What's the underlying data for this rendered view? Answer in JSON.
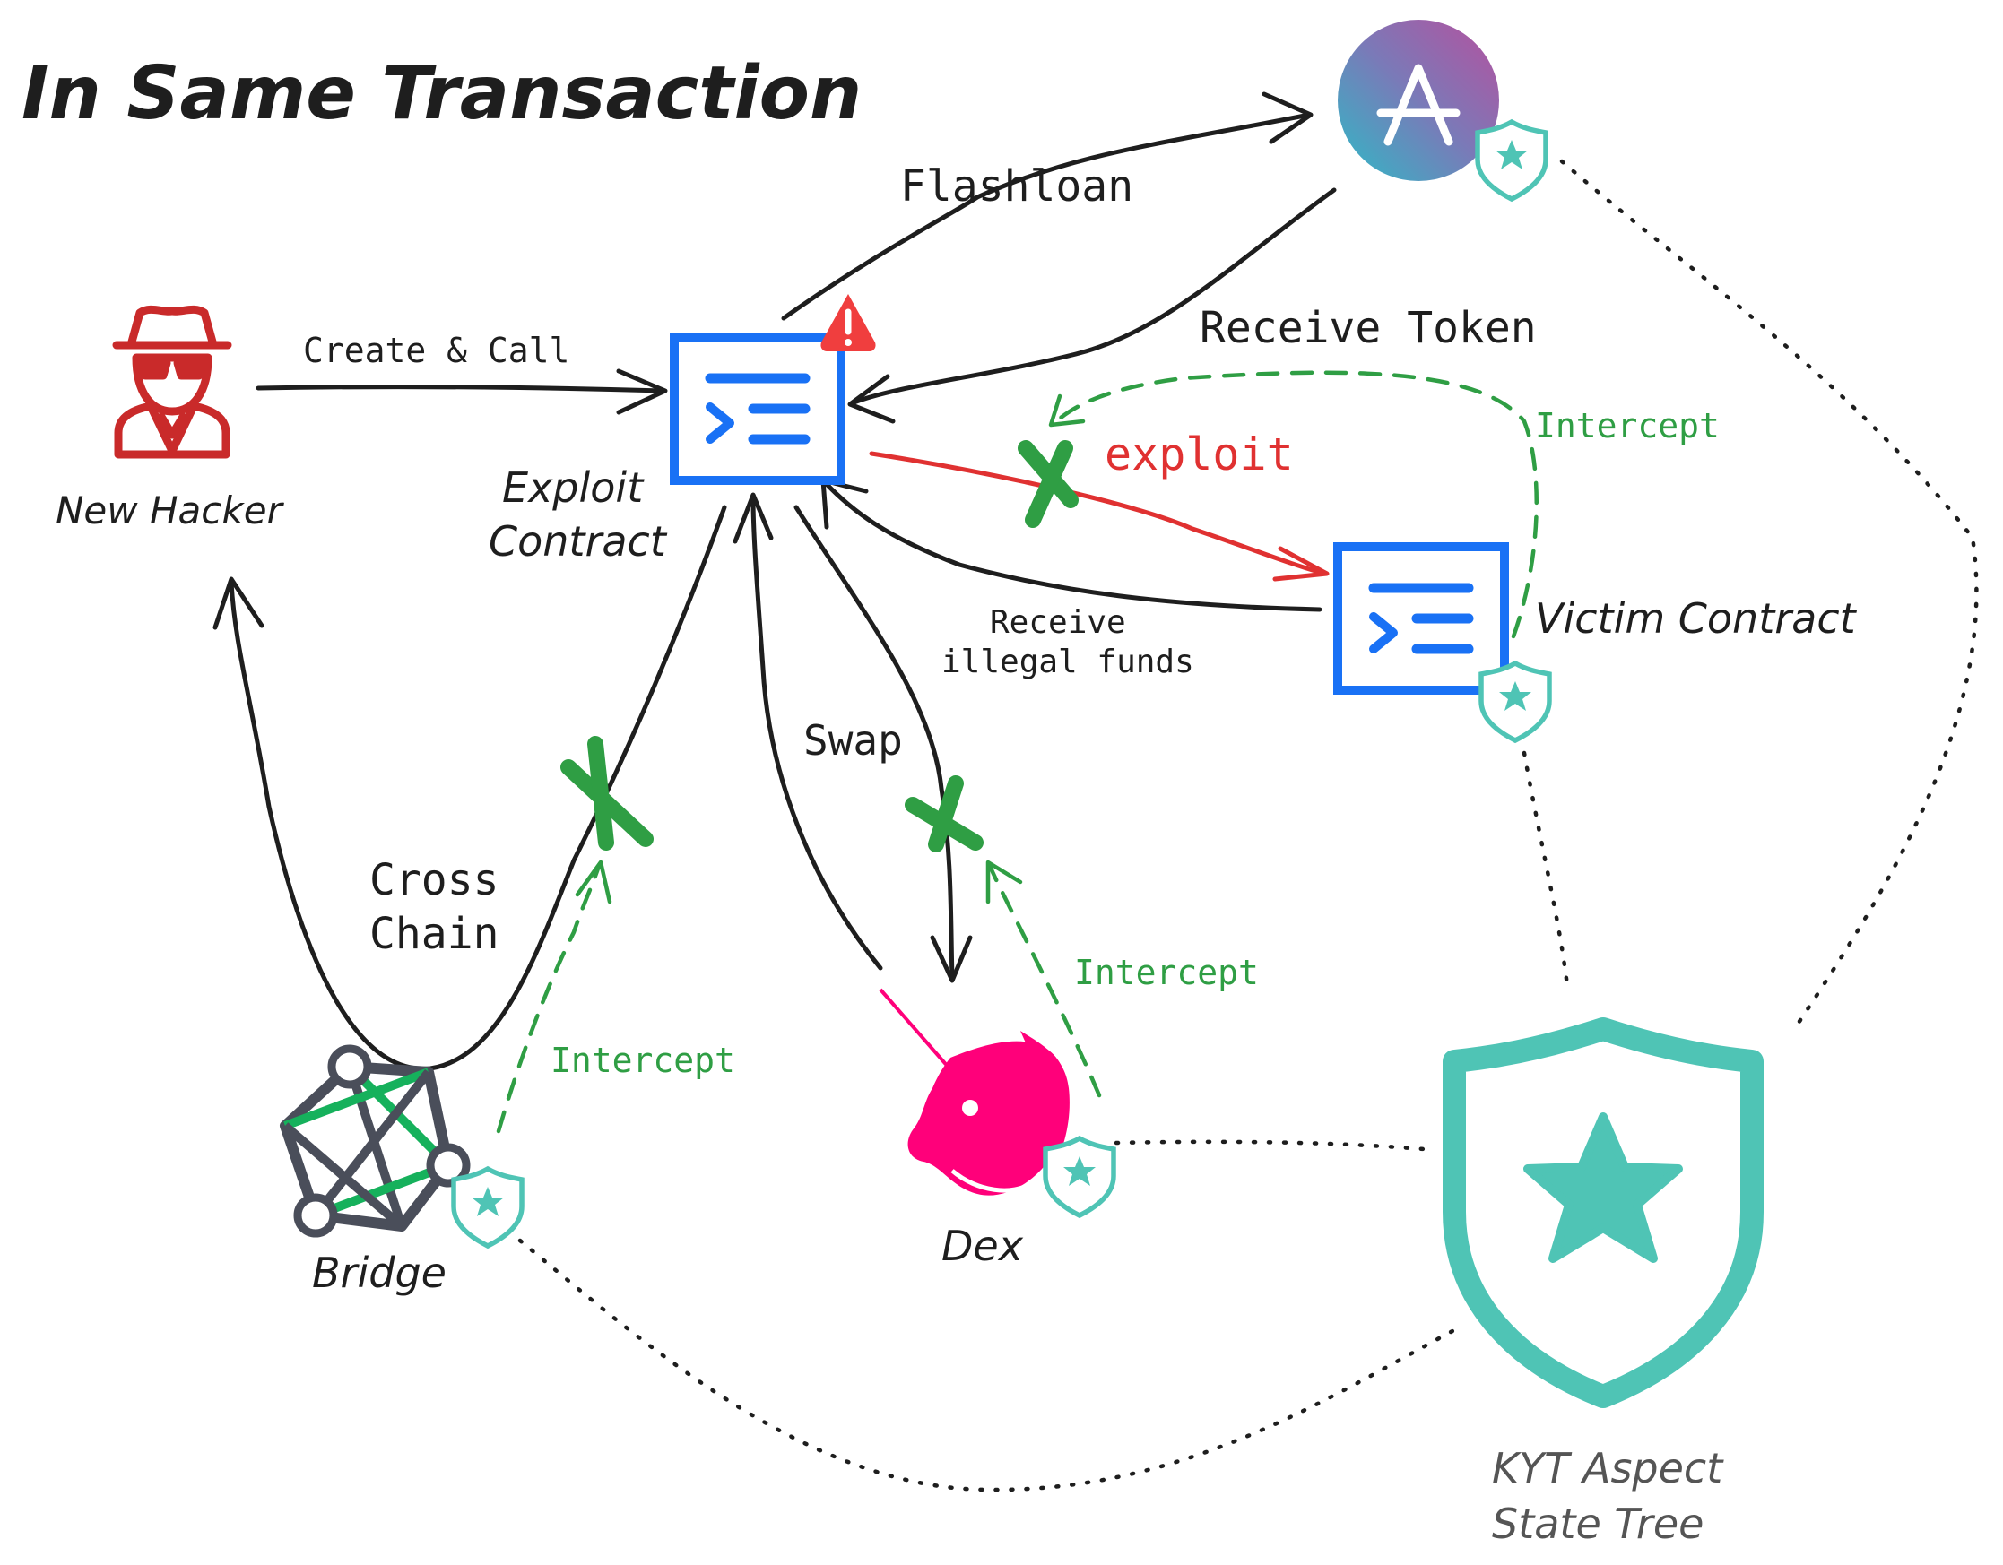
{
  "title": "In Same Transaction",
  "nodes": {
    "hacker": "New Hacker",
    "exploit_contract": [
      "Exploit",
      "Contract"
    ],
    "victim_contract": "Victim Contract",
    "bridge": "Bridge",
    "dex": "Dex",
    "kyt": [
      "KYT Aspect",
      "State Tree"
    ]
  },
  "edges": {
    "create_call": "Create & Call",
    "flashloan": "Flashloan",
    "receive_token": "Receive Token",
    "exploit": "exploit",
    "receive_illegal": [
      "Receive",
      "illegal funds"
    ],
    "swap": "Swap",
    "cross_chain": [
      "Cross",
      "Chain"
    ],
    "intercept_victim": "Intercept",
    "intercept_dex": "Intercept",
    "intercept_bridge": "Intercept"
  },
  "icons": {
    "hacker": "spy-hacker-icon",
    "contract": "terminal-contract-icon",
    "warning": "warning-icon",
    "aave": "aave-logo-icon",
    "uniswap": "uniswap-unicorn-icon",
    "bridge": "bridge-network-icon",
    "shield": "shield-star-icon",
    "blocked": "x-mark-icon"
  },
  "colors": {
    "ink": "#1e1e1e",
    "contract_blue": "#1971f5",
    "hacker_red": "#c92a2a",
    "exploit_red": "#e03131",
    "intercept_green": "#2f9e44",
    "shield_teal": "#4fc4b5",
    "uniswap_pink": "#ff007a",
    "bridge_gray": "#4a4e5a",
    "bridge_green": "#16b15c"
  }
}
